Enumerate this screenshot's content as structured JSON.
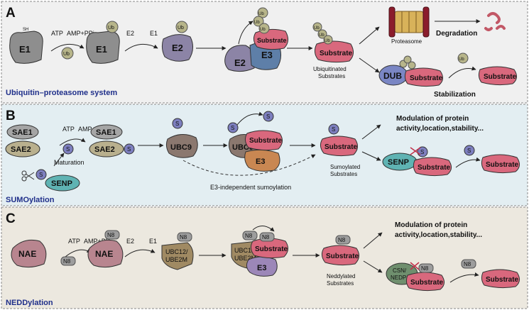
{
  "panels": [
    {
      "letter": "A",
      "title": "Ubiquitin–proteasome system",
      "bg": "#f0f0f0",
      "e1": "E1",
      "sh": "SH",
      "atp": "ATP",
      "amp": "AMP+PPi",
      "ub": "Ub",
      "e2_arrow": "E2",
      "e1_arrow": "E1",
      "e2": "E2",
      "e3": "E3",
      "substrate": "Substrate",
      "ubiquitinated": "Ubiquitinated",
      "substrates_word": "Substrates",
      "proteasome": "Proteasome",
      "degradation": "Degradation",
      "dub": "DUB",
      "stabilization": "Stabilization"
    },
    {
      "letter": "B",
      "title": "SUMOylation",
      "bg": "#e3eef2",
      "sae1": "SAE1",
      "sae2": "SAE2",
      "atp": "ATP",
      "amp": "AMP+PPi",
      "s": "S",
      "maturation": "Maturation",
      "senp": "SENP",
      "ubc9": "UBC9",
      "e3": "E3",
      "substrate": "Substrate",
      "sumoylated": "Sumoylated",
      "substrates_word": "Substrates",
      "independent": "E3-independent sumoylation",
      "modulation1": "Modulation of protein",
      "modulation2": "activity,location,stability..."
    },
    {
      "letter": "C",
      "title": "NEDDylation",
      "bg": "#ece8df",
      "nae": "NAE",
      "atp": "ATP",
      "amp": "AMP+PPi",
      "n8": "N8",
      "e2_arrow": "E2",
      "e1_arrow": "E1",
      "ubc12a": "UBC12/",
      "ubc12b": "UBE2M",
      "e3": "E3",
      "substrate": "Substrate",
      "neddylated": "Neddylated",
      "substrates_word": "Substrates",
      "csna": "CSN/",
      "csnb": "NEDP1",
      "modulation1": "Modulation of protein",
      "modulation2": "activity,location,stability..."
    }
  ],
  "colors": {
    "title_blue": "#1f2f8a",
    "e1_gray": "#8e8e8e",
    "e2_purple": "#8c84a6",
    "e3_blue": "#5e7fa8",
    "substrate_pink": "#d9687d",
    "ub_olive": "#b7b58a",
    "sae_beige": "#b9b08e",
    "sae1_gray": "#a5a5a5",
    "ubc9_brown": "#8b786f",
    "e3_orange": "#c98752",
    "sumo_purple": "#7d7fbf",
    "senp_teal": "#5fb3b3",
    "nae_pink": "#b8858f",
    "ubc12_tan": "#a08a63",
    "e3_lilac": "#9c87b8",
    "n8_gray": "#9d9d9d",
    "csn_green": "#6f8f6e",
    "dub_blue": "#7a86c4"
  }
}
